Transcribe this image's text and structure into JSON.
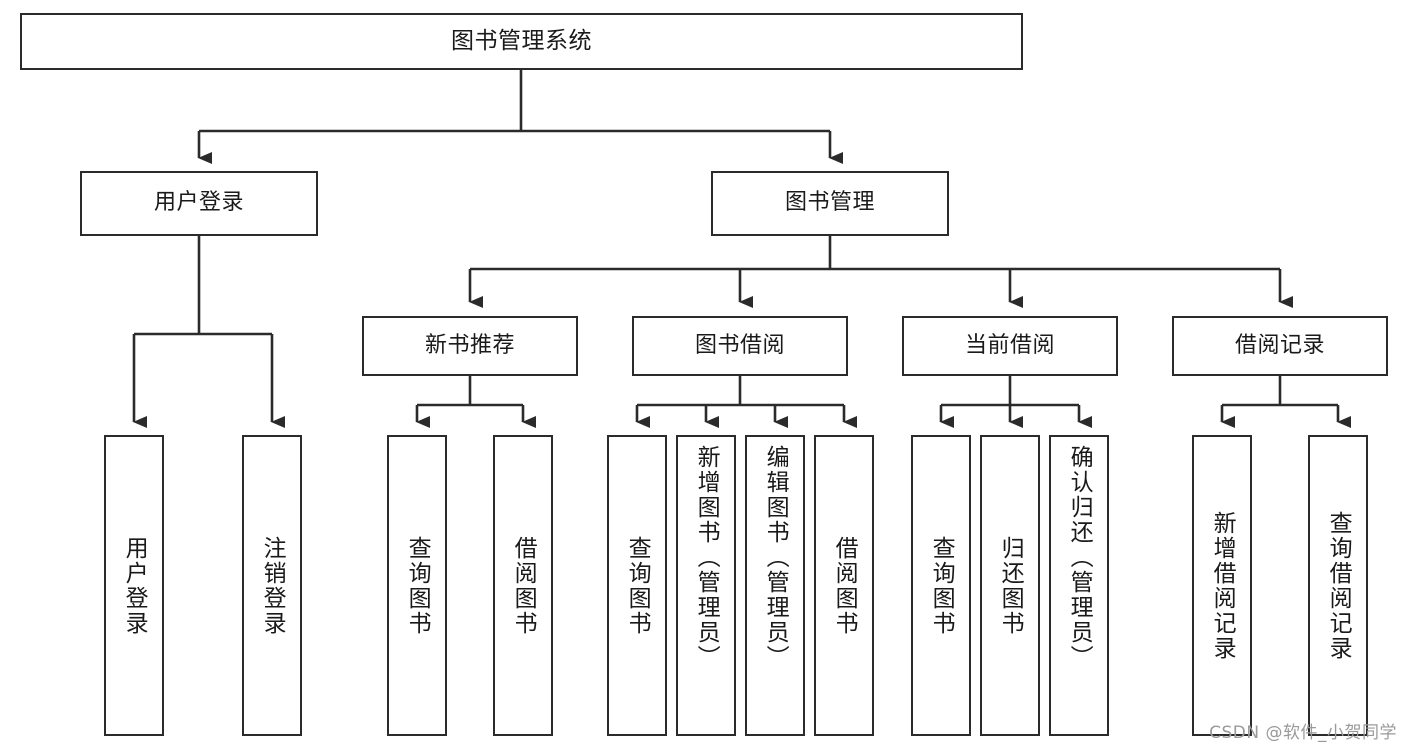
{
  "diagram": {
    "title": "图书管理系统",
    "type": "tree-hierarchy-chart",
    "background_color": "#ffffff",
    "line_color": "#2b2b2b",
    "text_color": "#1a1a1a"
  },
  "levels": {
    "root": {
      "label": "图书管理系统"
    },
    "level2": [
      {
        "label": "用户登录"
      },
      {
        "label": "图书管理"
      }
    ],
    "level3": [
      {
        "label": "新书推荐"
      },
      {
        "label": "图书借阅"
      },
      {
        "label": "当前借阅"
      },
      {
        "label": "借阅记录"
      }
    ]
  },
  "leaves": {
    "user_login": [
      {
        "label": "用户登录"
      },
      {
        "label": "注销登录"
      }
    ],
    "new_book_recommend": [
      {
        "label": "查询图书"
      },
      {
        "label": "借阅图书"
      }
    ],
    "book_borrow": [
      {
        "label": "查询图书"
      },
      {
        "label": "新增图书（管理员）"
      },
      {
        "label": "编辑图书（管理员）"
      },
      {
        "label": "借阅图书"
      }
    ],
    "current_borrow": [
      {
        "label": "查询图书"
      },
      {
        "label": "归还图书"
      },
      {
        "label": "确认归还（管理员）"
      }
    ],
    "borrow_record": [
      {
        "label": "新增借阅记录"
      },
      {
        "label": "查询借阅记录"
      }
    ]
  },
  "watermark": {
    "text": "CSDN @软件_小贺同学"
  }
}
